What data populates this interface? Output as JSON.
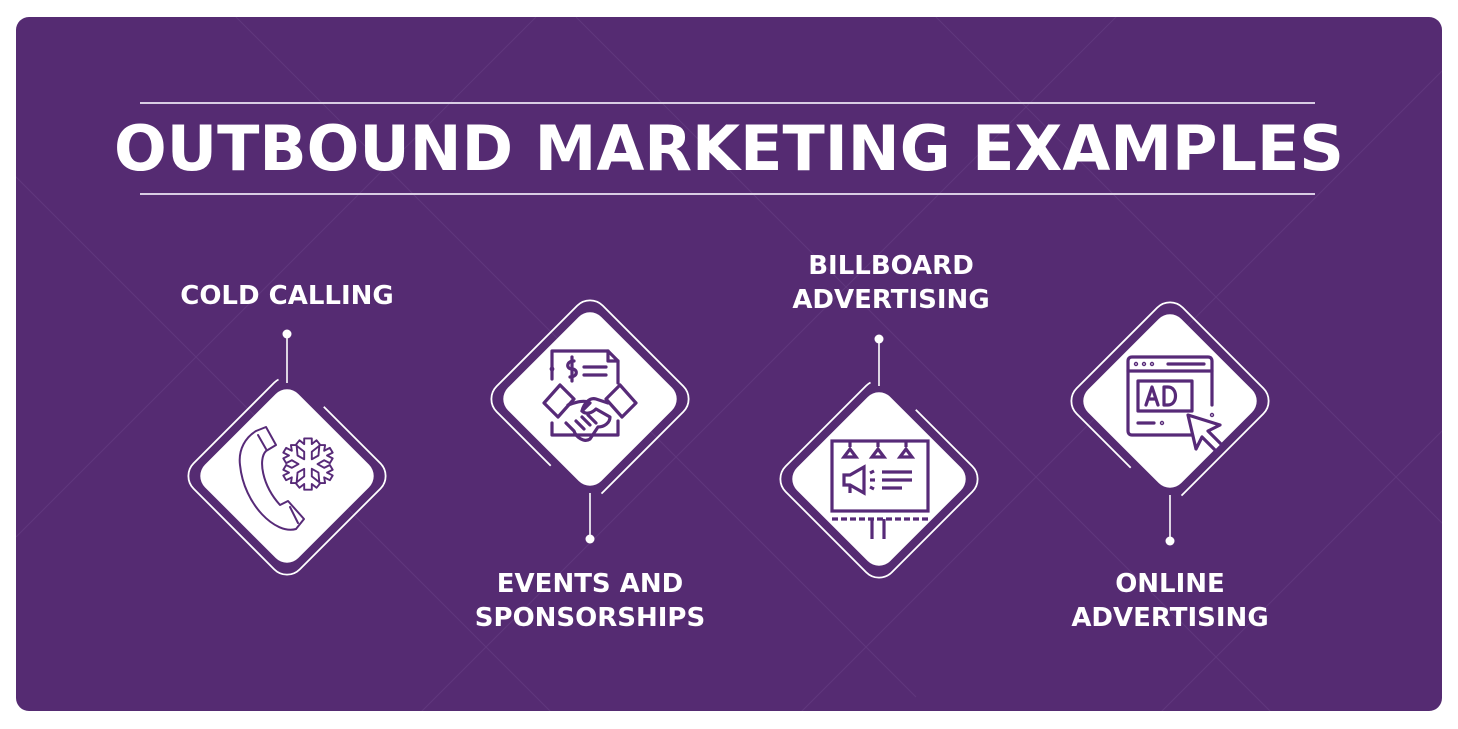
{
  "title": "OUTBOUND MARKETING EXAMPLES",
  "colors": {
    "panel_bg": "#552b72",
    "icon_stroke": "#572a78",
    "foreground": "#ffffff"
  },
  "examples": [
    {
      "label": "COLD CALLING",
      "icon": "phone-snowflake-icon",
      "label_position": "above"
    },
    {
      "label": "EVENTS AND\nSPONSORSHIPS",
      "icon": "contract-handshake-icon",
      "label_position": "below"
    },
    {
      "label": "BILLBOARD\nADVERTISING",
      "icon": "billboard-megaphone-icon",
      "label_position": "above"
    },
    {
      "label": "ONLINE\nADVERTISING",
      "icon": "browser-ad-cursor-icon",
      "label_position": "below"
    }
  ]
}
